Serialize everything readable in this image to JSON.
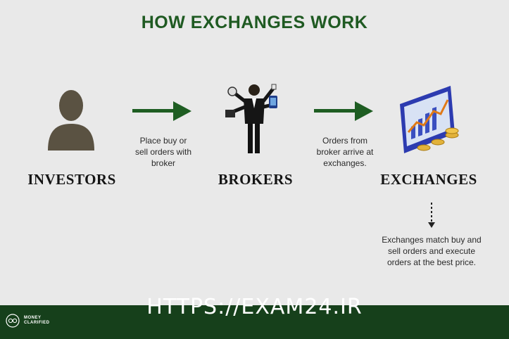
{
  "title": "HOW EXCHANGES WORK",
  "nodes": [
    {
      "label": "INVESTORS",
      "icon": "person-silhouette-icon"
    },
    {
      "label": "BROKERS",
      "icon": "multitasking-businessman-icon"
    },
    {
      "label": "EXCHANGES",
      "icon": "trading-chart-coins-icon"
    }
  ],
  "captions": {
    "investors_to_brokers": [
      "Place buy or",
      "sell orders with",
      "broker"
    ],
    "brokers_to_exchanges": [
      "Orders from",
      "broker arrive at",
      "exchanges."
    ],
    "exchanges": [
      "Exchanges match buy and",
      "sell orders and execute",
      "orders at the best price."
    ]
  },
  "footer": {
    "url": "HTTPS://EXAM24.IR",
    "brand_line1": "MONEY",
    "brand_line2": "CLARIFIED"
  },
  "colors": {
    "title": "#1f5a22",
    "arrow": "#1e5d22",
    "footer_bg": "#16401b",
    "background": "#e9e9e9"
  }
}
